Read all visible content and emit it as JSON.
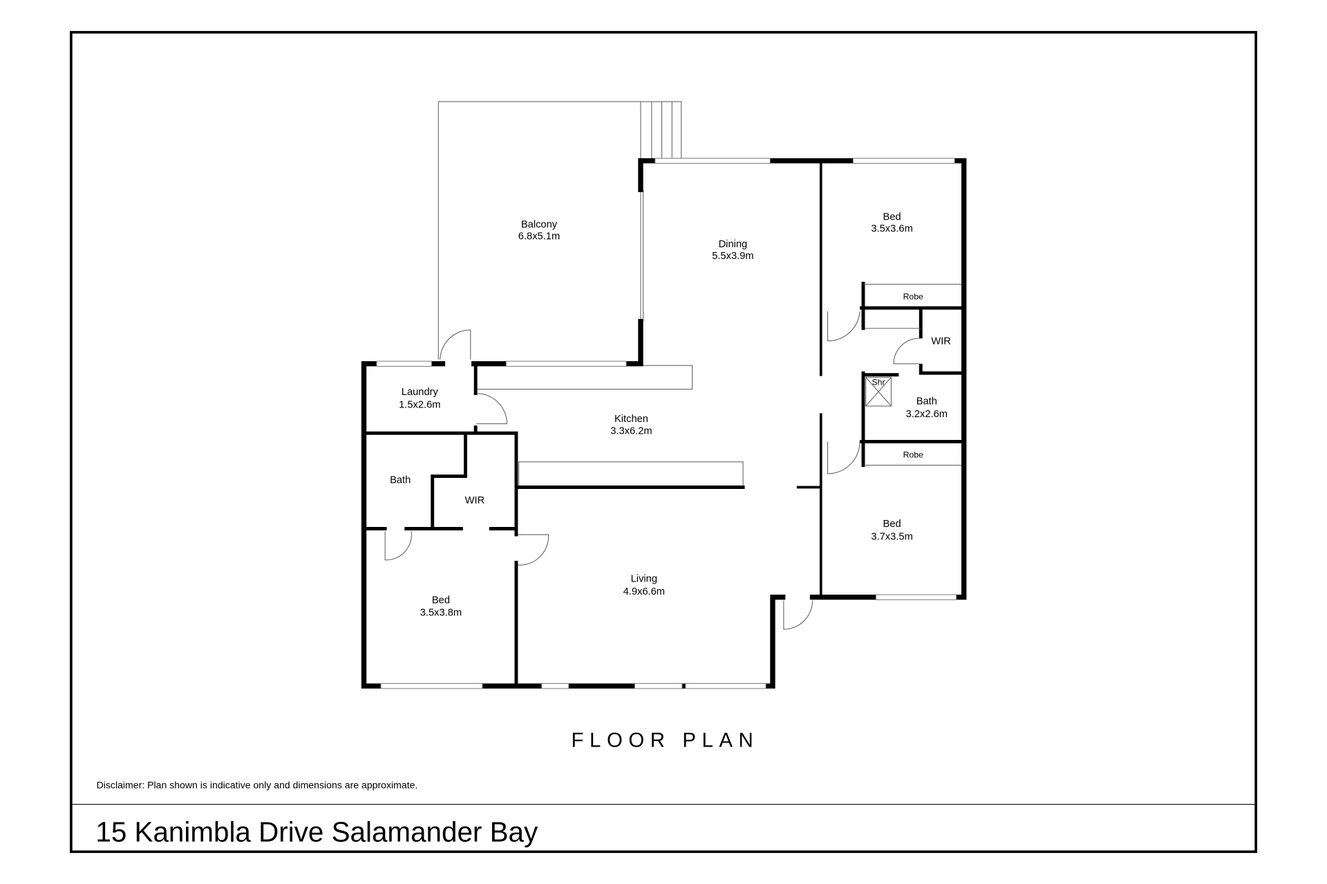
{
  "title": "FLOOR PLAN",
  "address": "15 Kanimbla Drive Salamander Bay",
  "disclaimer": "Disclaimer: Plan shown is indicative only and dimensions are approximate.",
  "rooms": {
    "balcony": {
      "name": "Balcony",
      "size": "6.8x5.1m"
    },
    "dining": {
      "name": "Dining",
      "size": "5.5x3.9m"
    },
    "bed1": {
      "name": "Bed",
      "size": "3.5x3.6m"
    },
    "robe1": {
      "name": "Robe"
    },
    "wir1": {
      "name": "WIR"
    },
    "shower": {
      "name": "Shr"
    },
    "bath1": {
      "name": "Bath",
      "size": "3.2x2.6m"
    },
    "robe2": {
      "name": "Robe"
    },
    "bed2": {
      "name": "Bed",
      "size": "3.7x3.5m"
    },
    "laundry": {
      "name": "Laundry",
      "size": "1.5x2.6m"
    },
    "kitchen": {
      "name": "Kitchen",
      "size": "3.3x6.2m"
    },
    "bath2": {
      "name": "Bath"
    },
    "wir2": {
      "name": "WIR"
    },
    "bed3": {
      "name": "Bed",
      "size": "3.5x3.8m"
    },
    "living": {
      "name": "Living",
      "size": "4.9x6.6m"
    }
  }
}
